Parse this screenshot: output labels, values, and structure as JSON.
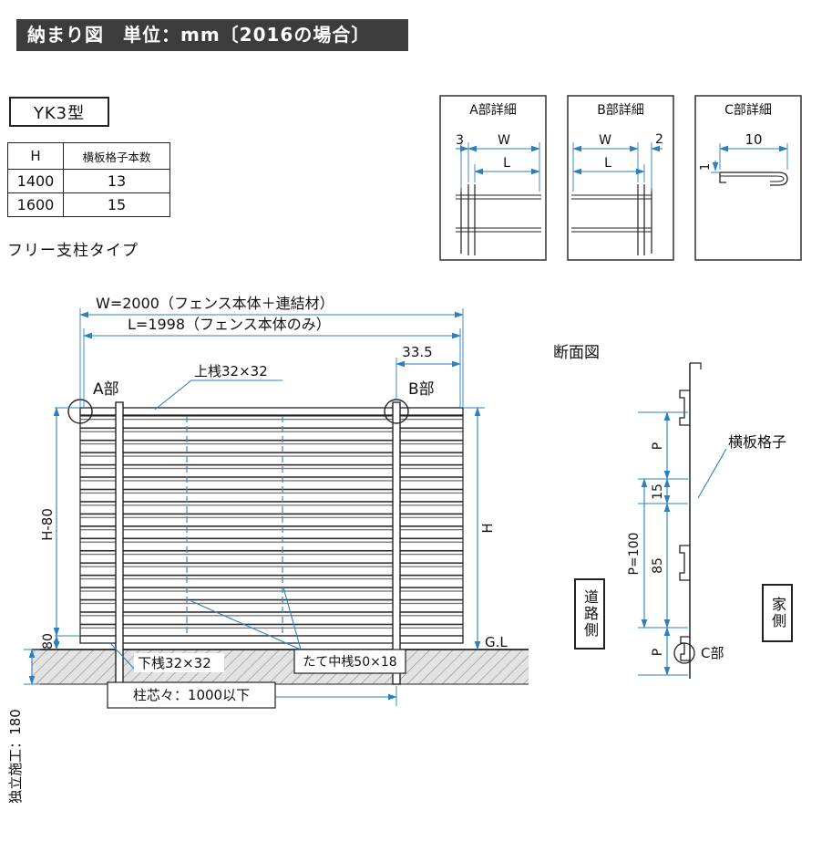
{
  "page": {
    "header_title": "納まり図　単位：mm〔2016の場合〕",
    "model": "YK3型",
    "type_label": "フリー支柱タイプ"
  },
  "colors": {
    "header_bg": "#3c3c3c",
    "drawing_line": "#222222",
    "dimension_line": "#2f7fbe",
    "ground_hatch": "#8a8a8a"
  },
  "spec_table": {
    "headers": [
      "H",
      "横板格子本数"
    ],
    "rows": [
      [
        "1400",
        "13"
      ],
      [
        "1600",
        "15"
      ]
    ]
  },
  "details": {
    "a": {
      "title": "A部詳細",
      "dim_offset": "3",
      "dim_w": "W",
      "dim_l": "L"
    },
    "b": {
      "title": "B部詳細",
      "dim_w": "W",
      "dim_l": "L",
      "dim_offset": "2"
    },
    "c": {
      "title": "C部詳細",
      "dim_width": "10",
      "dim_thickness": "1"
    }
  },
  "elevation": {
    "dim_w": "W=2000（フェンス本体＋連結材）",
    "dim_l": "L=1998（フェンス本体のみ）",
    "dim_offset": "33.5",
    "label_a": "A部",
    "label_b": "B部",
    "top_rail": "上桟32×32",
    "dim_h80": "H-80",
    "dim_80": "80",
    "dim_h": "H",
    "gl": "G.L",
    "bottom_rail": "下桟32×32",
    "mid_rail": "たて中桟50×18",
    "post_pitch": "柱芯々：1000以下",
    "footing": "独立施工：180"
  },
  "section": {
    "title": "断面図",
    "slat_label": "横板格子",
    "dim_p_top": "P",
    "dim_15": "15",
    "dim_85": "85",
    "dim_p100": "P=100",
    "dim_p_bottom": "P",
    "road_side": "道路側",
    "house_side": "家側",
    "label_c": "C部"
  }
}
